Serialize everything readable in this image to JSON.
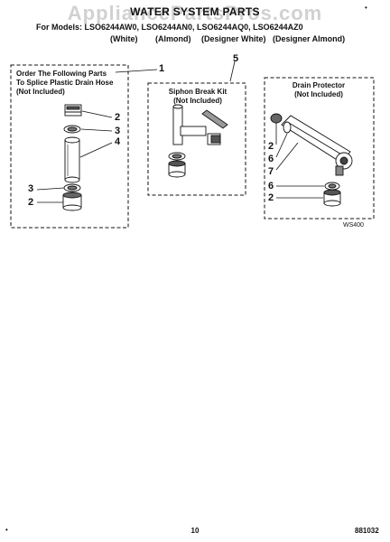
{
  "header": {
    "title": "WATER SYSTEM PARTS",
    "models_line": "For Models: LSO6244AW0, LSO6244AN0, LSO6244AQ0, LSO6244AZ0",
    "color_variants": [
      "(White)",
      "(Almond)",
      "(Designer White)",
      "(Designer Almond)"
    ],
    "watermark": "AppliancePartsPros.com",
    "corner_mark": "•"
  },
  "panels": {
    "splice": {
      "label_lines": [
        "Order The Following Parts",
        "To Splice Plastic Drain Hose",
        "(Not Included)"
      ],
      "callout": "1",
      "part_numbers": [
        "2",
        "3",
        "4",
        "3",
        "2"
      ]
    },
    "siphon": {
      "label_lines": [
        "Siphon Break Kit",
        "(Not Included)"
      ],
      "callout": "5"
    },
    "drain": {
      "label_lines": [
        "Drain Protector",
        "(Not Included)"
      ],
      "part_numbers": [
        "2",
        "6",
        "7",
        "6",
        "2"
      ],
      "code": "WS400"
    }
  },
  "footer": {
    "page_number": "10",
    "doc_number": "881032",
    "mark": "•"
  }
}
